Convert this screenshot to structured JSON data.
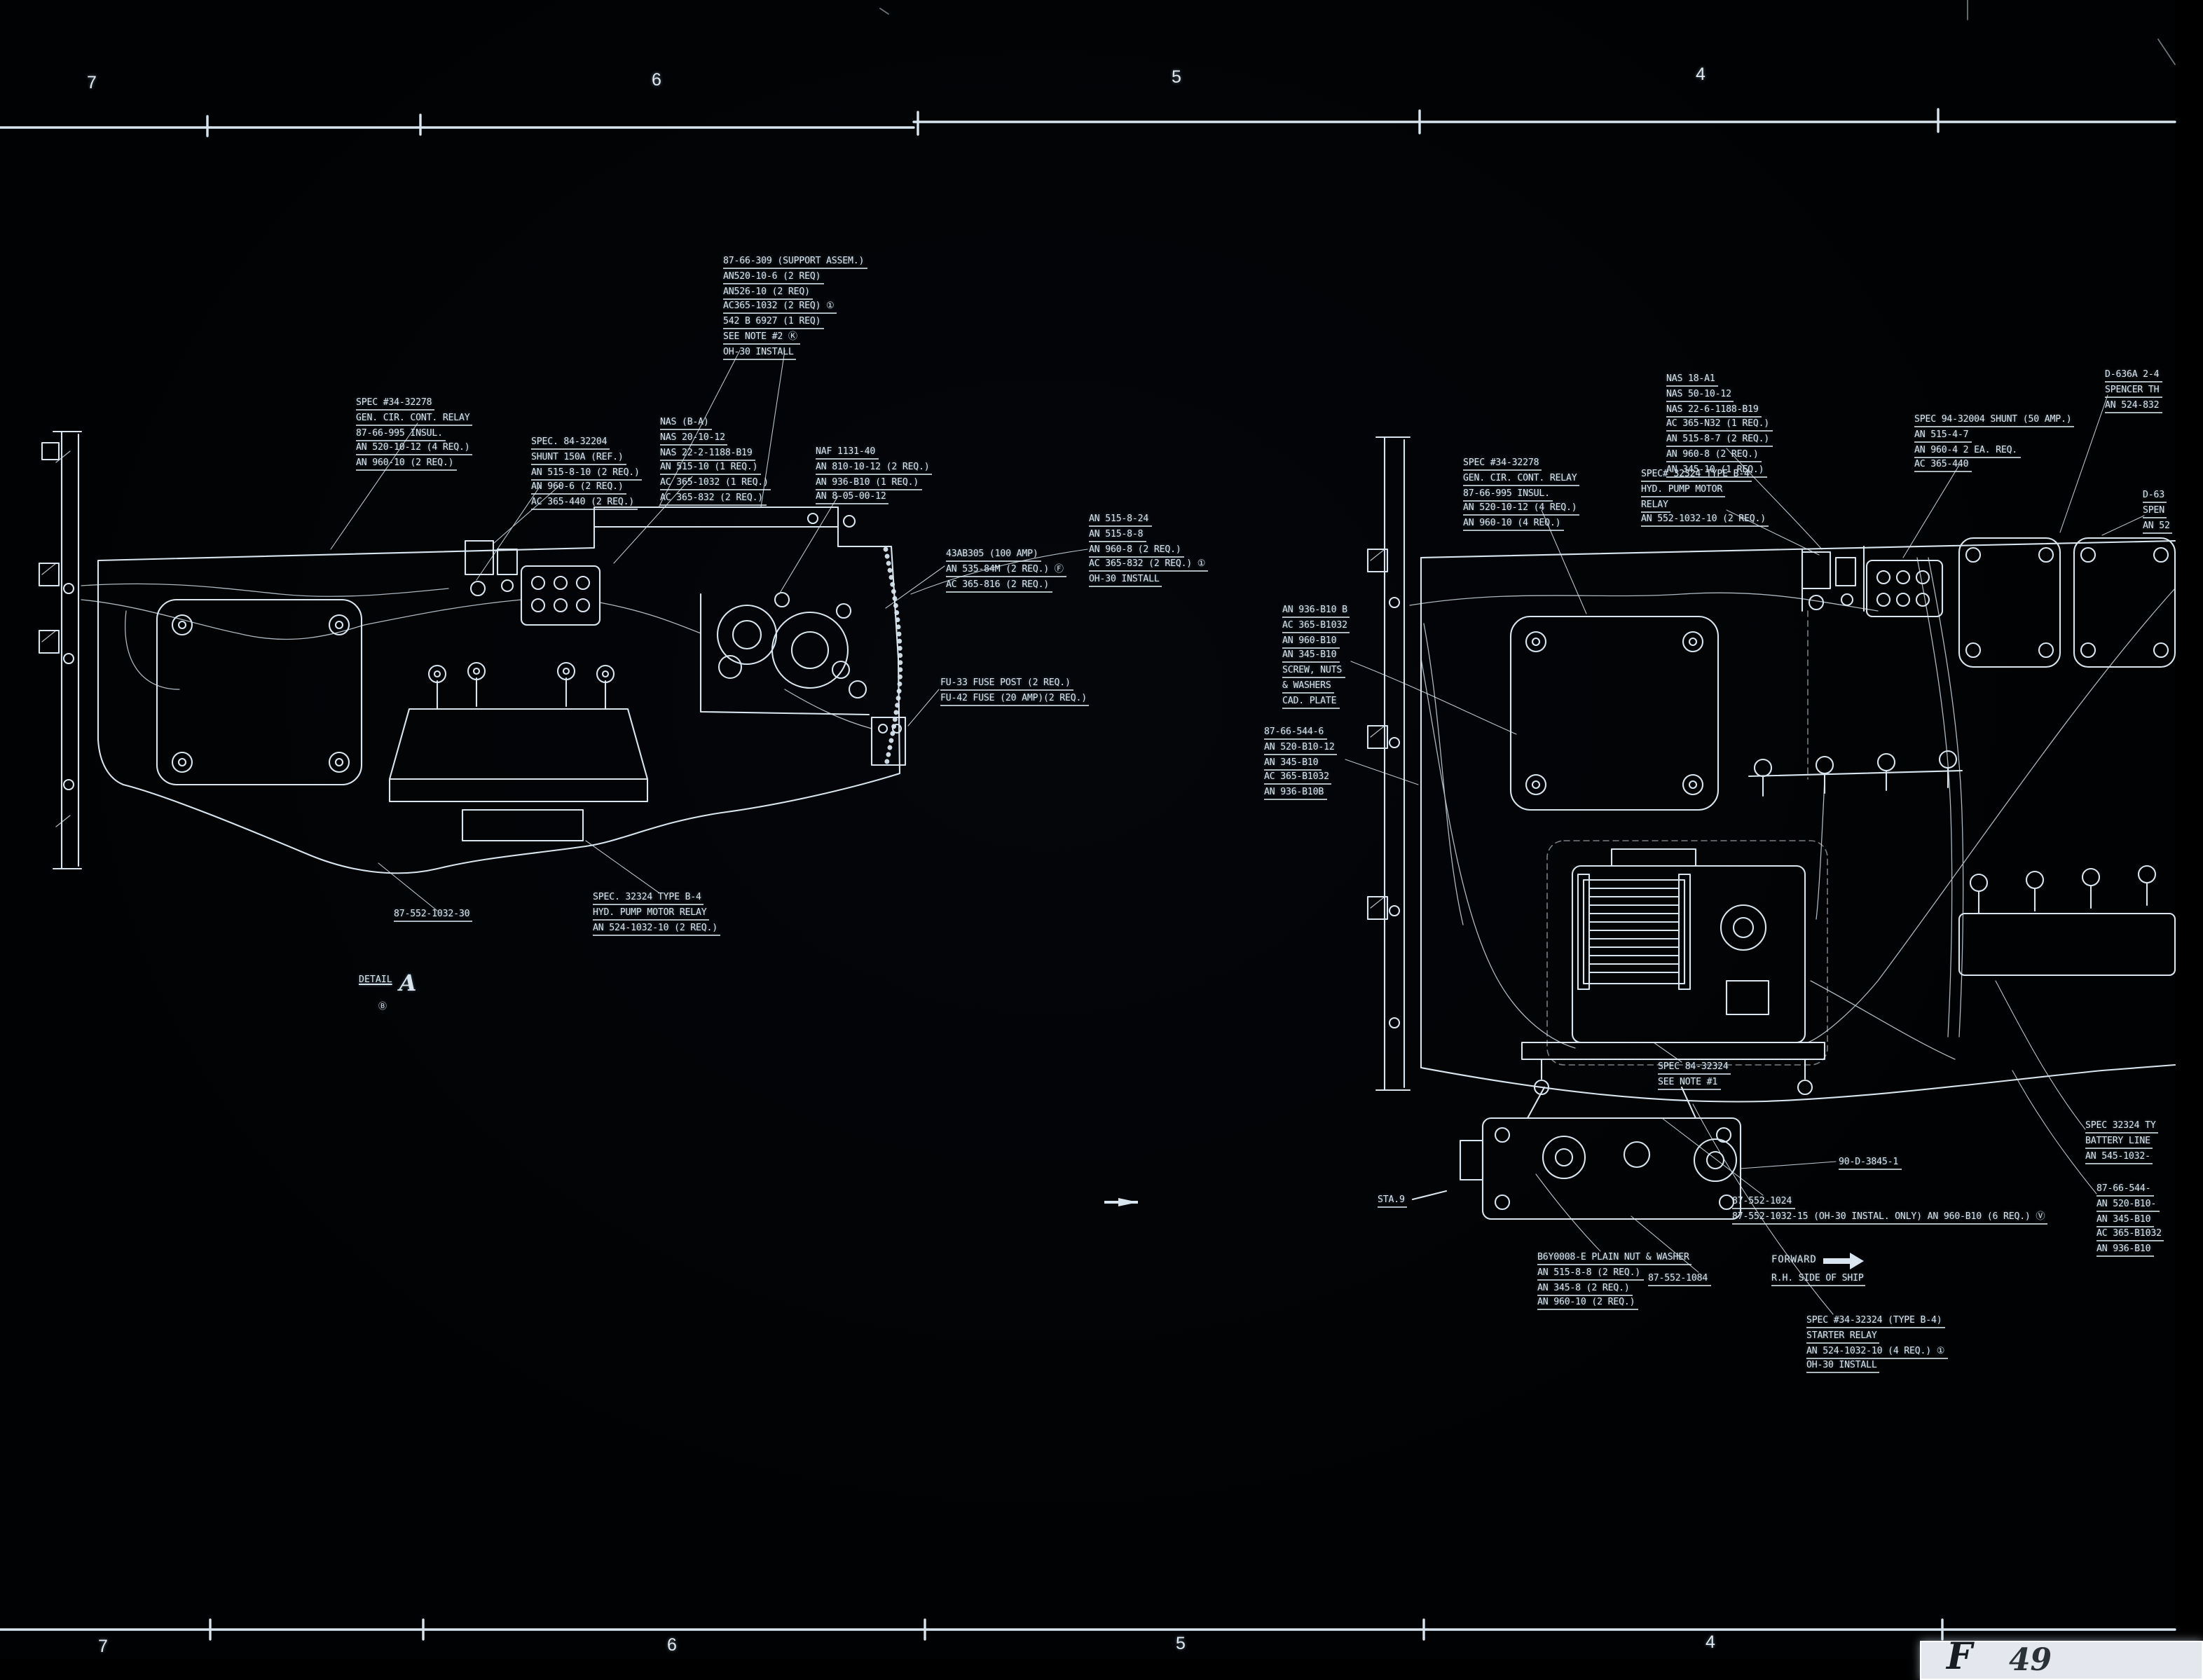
{
  "sheet": {
    "zones_top": [
      "7",
      "6",
      "5",
      "4"
    ],
    "zones_bottom": [
      "7",
      "6",
      "5",
      "4"
    ],
    "ink_color": "#d8e5ee",
    "background_color": "#010203"
  },
  "figure_label": {
    "letter": "F",
    "number": "49"
  },
  "left_detail": {
    "title": {
      "prefix": "DETAIL",
      "letter": "A",
      "mark": "Ⓑ"
    },
    "callouts": {
      "support_assembly": {
        "lines": [
          "87-66-309 (SUPPORT ASSEM.)",
          "AN520-10-6 (2 REQ)",
          "AN526-10 (2 REQ)",
          "AC365-1032 (2 REQ)  ①",
          "542 B 6927 (1 REQ)",
          "SEE NOTE #2  Ⓚ",
          "OH-30 INSTALL"
        ]
      },
      "gen_cir_relay": {
        "lines": [
          "SPEC #34-32278",
          "GEN. CIR. CONT. RELAY",
          "87-66-995 INSUL.",
          "AN 520-10-12 (4 REQ.)",
          "AN 960-10 (2 REQ.)"
        ]
      },
      "shunt": {
        "lines": [
          "SPEC. 84-32204",
          "SHUNT 150A (REF.)",
          "AN 515-8-10 (2 REQ.)",
          "AN 960-6 (2 REQ.)",
          "AC 365-440 (2 REQ.)"
        ]
      },
      "nas_hardware": {
        "lines": [
          "NAS (B-A)",
          "NAS 20-10-12",
          "NAS 22-2-1188-B19",
          "AN 515-10 (1 REQ.)",
          "AC 365-1032 (1 REQ.)",
          "AC 365-832 (2 REQ.)"
        ]
      },
      "naf_conduit": {
        "lines": [
          "NAF 1131-40",
          "AN 810-10-12 (2 REQ.)",
          "AN 936-B10 (1 REQ.)",
          "AN 8-05-00-12"
        ]
      },
      "screw_stack": {
        "lines": [
          "AN 515-8-24",
          "AN 515-8-8",
          "AN 960-8 (2 REQ.)",
          "AC 365-832 (2 REQ.)  ①",
          "OH-30 INSTALL"
        ]
      },
      "breaker": {
        "lines": [
          "43AB305 (100 AMP)",
          "AN 535-84M (2 REQ.)  Ⓕ",
          "AC 365-816 (2 REQ.)"
        ]
      },
      "fuse": {
        "lines": [
          "FU-33 FUSE POST (2 REQ.)",
          "FU-42 FUSE (20 AMP)(2 REQ.)"
        ]
      },
      "hyd_pump_relay": {
        "lines": [
          "SPEC. 32324 TYPE B-4",
          "HYD. PUMP MOTOR RELAY",
          "AN 524-1032-10 (2 REQ.)"
        ]
      },
      "panel_part": {
        "lines": [
          "87-552-1032-30"
        ]
      }
    }
  },
  "right_detail": {
    "callouts": {
      "nas_hardware": {
        "lines": [
          "NAS 18-A1",
          "NAS 50-10-12",
          "NAS 22-6-1188-B19",
          "AC 365-N32 (1 REQ.)",
          "AN 515-8-7 (2 REQ.)",
          "AN 960-8 (2 REQ.)",
          "AN 345-10 (1 REQ.)"
        ]
      },
      "spencer_top": {
        "lines": [
          "D-636A 2-4",
          "SPENCER  TH",
          "AN 524-832"
        ]
      },
      "shunt": {
        "lines": [
          "SPEC 94-32004 SHUNT (50 AMP.)",
          "AN 515-4-7",
          "AN 960-4     2 EA. REQ.",
          "AC 365-440"
        ]
      },
      "gen_cir_relay": {
        "lines": [
          "SPEC #34-32278",
          "GEN. CIR. CONT. RELAY",
          "87-66-995 INSUL.",
          "AN 520-10-12 (4 REQ.)",
          "AN 960-10 (4 REQ.)"
        ]
      },
      "hyd_pump_relay": {
        "lines": [
          "SPEC# 32324  TYPE B-4",
          "HYD. PUMP MOTOR",
          "RELAY",
          "AN 552-1032-10 (2 REQ.)"
        ]
      },
      "spencer_right": {
        "lines": [
          "D-63",
          "SPEN",
          "AN 52"
        ]
      },
      "hardware_list": {
        "lines": [
          "AN 936-B10 B",
          "AC 365-B1032",
          "AN 960-B10",
          "AN 345-B10",
          "SCREW, NUTS",
          "& WASHERS",
          "CAD. PLATE"
        ]
      },
      "support_screws": {
        "lines": [
          "87-66-544-6",
          "AN 520-B10-12",
          "AN 345-B10",
          "AC 365-B1032",
          "AN 936-B10B"
        ]
      },
      "station": {
        "lines": [
          "STA.9"
        ]
      },
      "bracket_part": {
        "lines": [
          "90-D-3845-1"
        ]
      },
      "panel_parts": {
        "lines": [
          "87-552-1024",
          "87-552-1032-15 (OH-30 INSTAL. ONLY)    AN 960-B10 (6 REQ.)  Ⓥ"
        ]
      },
      "washer_group": {
        "lines": [
          "B6Y0008-E PLAIN NUT & WASHER",
          "AN 515-8-8 (2 REQ.)",
          "AN 345-8 (2 REQ.)",
          "AN 960-10 (2 REQ.)"
        ]
      },
      "cover_part": {
        "lines": [
          "87-552-1084"
        ]
      },
      "spec_note": {
        "lines": [
          "SPEC 84-32324",
          "SEE NOTE #1"
        ]
      },
      "starter_relay": {
        "lines": [
          "SPEC #34-32324 (TYPE B-4)",
          "STARTER RELAY",
          "AN 524-1032-10 (4 REQ.)  ①",
          "OH-30 INSTALL"
        ]
      },
      "battery_relay": {
        "lines": [
          "SPEC 32324 TY",
          "BATTERY LINE",
          "AN 545-1032-"
        ]
      },
      "right_screws": {
        "lines": [
          "87-66-544-",
          "AN 520-B10-",
          "AN 345-B10",
          "AC 365-B1032",
          "AN 936-B10"
        ]
      }
    },
    "forward": {
      "label": "FORWARD",
      "sub": "R.H. SIDE OF SHIP"
    }
  }
}
